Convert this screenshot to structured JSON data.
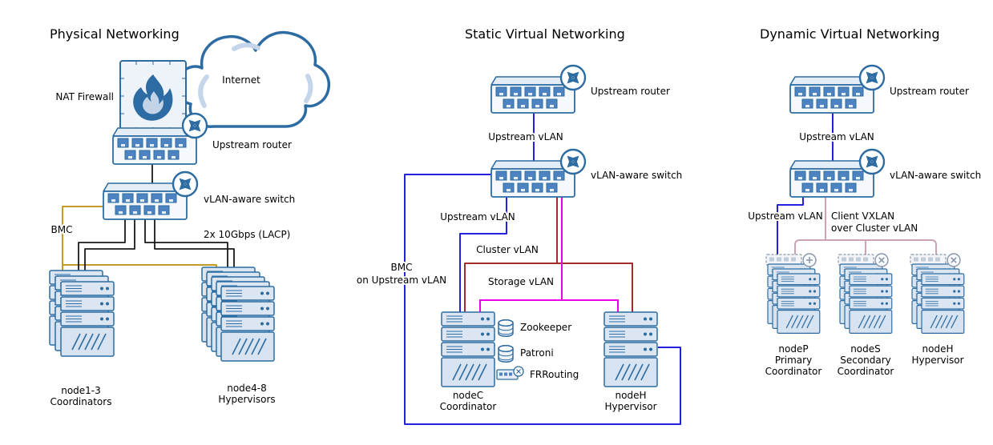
{
  "colors": {
    "device": "#2d6ca2",
    "wire_black": "#1a1a1a",
    "wire_bmc": "#c49a2a",
    "wire_blue": "#2222dd",
    "wire_cluster": "#a02c2c",
    "wire_storage": "#e800e8",
    "wire_vxlan": "#cda2b4"
  },
  "physical": {
    "title": "Physical Networking",
    "internet_label": "Internet",
    "nat_firewall_label": "NAT Firewall",
    "upstream_router_label": "Upstream router",
    "vlan_switch_label": "vLAN-aware switch",
    "bmc_label": "BMC",
    "lacp_label": "2x 10Gbps (LACP)",
    "coordinators": [
      "node1-3",
      "Coordinators"
    ],
    "hypervisors": [
      "node4-8",
      "Hypervisors"
    ]
  },
  "static_virtual": {
    "title": "Static Virtual Networking",
    "upstream_router_label": "Upstream router",
    "upstream_vlan_link_label": "Upstream vLAN",
    "vlan_switch_label": "vLAN-aware switch",
    "upstream_vlan_label": "Upstream vLAN",
    "cluster_vlan_label": "Cluster vLAN",
    "storage_vlan_label": "Storage vLAN",
    "bmc_label": [
      "BMC",
      "on Upstream vLAN"
    ],
    "services": [
      "Zookeeper",
      "Patroni",
      "FRRouting"
    ],
    "nodec": [
      "nodeC",
      "Coordinator"
    ],
    "nodeh": [
      "nodeH",
      "Hypervisor"
    ]
  },
  "dynamic_virtual": {
    "title": "Dynamic Virtual Networking",
    "upstream_router_label": "Upstream router",
    "upstream_vlan_link_label": "Upstream vLAN",
    "vlan_switch_label": "vLAN-aware switch",
    "upstream_vlan_label": "Upstream vLAN",
    "client_vxlan_label": [
      "Client VXLAN",
      "over Cluster vLAN"
    ],
    "nodep": [
      "nodeP",
      "Primary",
      "Coordinator"
    ],
    "nodes": [
      "nodeS",
      "Secondary",
      "Coordinator"
    ],
    "nodeh": [
      "nodeH",
      "Hypervisor"
    ]
  }
}
